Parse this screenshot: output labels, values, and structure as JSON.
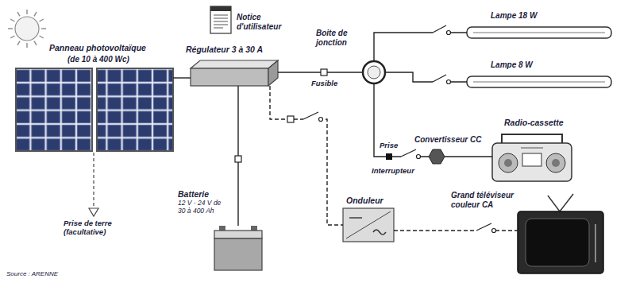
{
  "diagram": {
    "nodes": [
      {
        "text": [
          "Panneau photovoltaïque",
          "(de 10 à 400 Wc)"
        ]
      },
      {
        "text": [
          "Régulateur 3 à 30 A"
        ]
      },
      {
        "text": [
          "Batterie",
          "12 V - 24 V de 30 à 400 Ah"
        ]
      },
      {
        "text": [
          "Boite de jonction"
        ]
      },
      {
        "text": [
          "Lampe 18 W"
        ]
      },
      {
        "text": [
          "Lampe 8 W"
        ]
      },
      {
        "text": [
          "Convertisseur CC"
        ]
      },
      {
        "text": [
          "Radio-cassette"
        ]
      },
      {
        "text": [
          "Onduleur"
        ]
      },
      {
        "text": [
          "Grand téléviseur couleur CA"
        ]
      }
    ],
    "edges": [
      {
        "from": 0,
        "to": 1,
        "arrow": "none"
      },
      {
        "from": 1,
        "to": 2,
        "arrow": "none"
      },
      {
        "from": 1,
        "to": 3,
        "arrow": "none"
      },
      {
        "from": 3,
        "to": 4,
        "arrow": "none"
      },
      {
        "from": 3,
        "to": 5,
        "arrow": "none"
      },
      {
        "from": 3,
        "to": 6,
        "arrow": "none"
      },
      {
        "from": 6,
        "to": 7,
        "arrow": "none"
      },
      {
        "from": 1,
        "to": 8,
        "arrow": "none"
      },
      {
        "from": 8,
        "to": 9,
        "arrow": "none"
      }
    ],
    "labels": [
      "Notice d'utilisateur",
      "Fusible",
      "Prise",
      "Interrupteur",
      "Prise de terre (facultative)",
      "Source : ARENNE"
    ]
  }
}
